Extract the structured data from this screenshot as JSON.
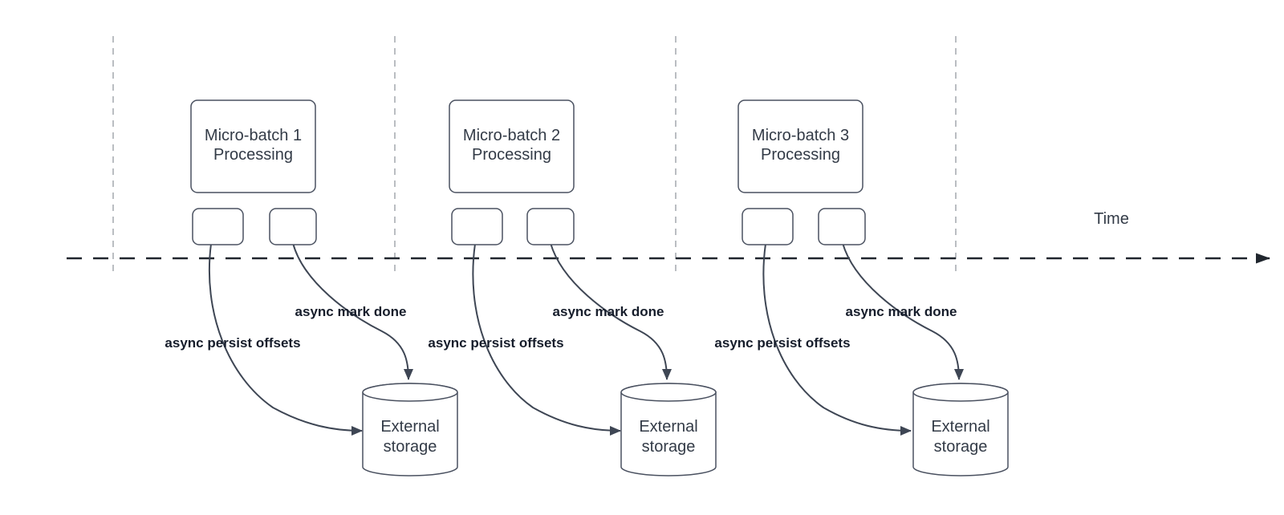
{
  "diagram": {
    "time_axis": {
      "label": "Time"
    },
    "groups": [
      {
        "title_line1": "Micro-batch 1",
        "title_line2": "Processing",
        "persist_label": "async persist offsets",
        "mark_done_label": "async mark done",
        "storage_line1": "External",
        "storage_line2": "storage"
      },
      {
        "title_line1": "Micro-batch 2",
        "title_line2": "Processing",
        "persist_label": "async persist offsets",
        "mark_done_label": "async mark done",
        "storage_line1": "External",
        "storage_line2": "storage"
      },
      {
        "title_line1": "Micro-batch 3",
        "title_line2": "Processing",
        "persist_label": "async persist offsets",
        "mark_done_label": "async mark done",
        "storage_line1": "External",
        "storage_line2": "storage"
      }
    ],
    "colors": {
      "background": "#ffffff",
      "shape_border": "#4a5160",
      "shape_text": "#333b47",
      "connector": "#3e4654",
      "edge_label_text": "#161d2b",
      "timeline": "#20262e",
      "dashed_guide": "#a9adb3",
      "time_label_text": "#333b47"
    }
  }
}
